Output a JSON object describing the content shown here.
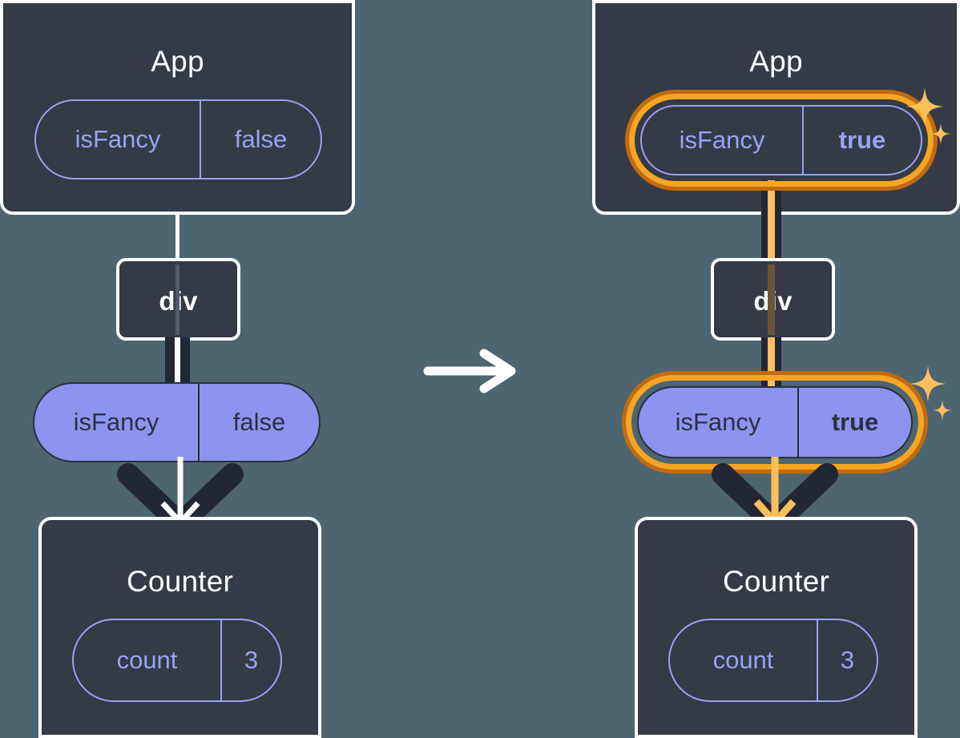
{
  "diagram": {
    "title": "React state propagation: App isFancy toggled",
    "background_color": "#4d6570",
    "box_fill": "#343a46",
    "box_border": "#ffffff",
    "pill_outline_color": "#9aa2f5",
    "pill_solid_fill": "#8b95f0",
    "pill_solid_text": "#2b3040",
    "highlight_color": "#f5a623",
    "highlight_shadow": "#c26a10",
    "connector_dark": "#222736",
    "connector_white": "#ffffff",
    "connector_orange": "#fbbf5c"
  },
  "transition": {
    "icon": "arrow-right-icon",
    "color": "#ffffff"
  },
  "panels": [
    {
      "id": "before",
      "app": {
        "title": "App",
        "state": {
          "name": "isFancy",
          "value": "false",
          "highlighted": false,
          "value_bold": false
        }
      },
      "div": {
        "title": "div"
      },
      "prop": {
        "name": "isFancy",
        "value": "false",
        "highlighted": false,
        "value_bold": false
      },
      "counter": {
        "title": "Counter",
        "state": {
          "name": "count",
          "value": "3"
        }
      },
      "arrow_color": "#ffffff",
      "sparkles": false
    },
    {
      "id": "after",
      "app": {
        "title": "App",
        "state": {
          "name": "isFancy",
          "value": "true",
          "highlighted": true,
          "value_bold": true
        }
      },
      "div": {
        "title": "div"
      },
      "prop": {
        "name": "isFancy",
        "value": "true",
        "highlighted": true,
        "value_bold": true
      },
      "counter": {
        "title": "Counter",
        "state": {
          "name": "count",
          "value": "3"
        }
      },
      "arrow_color": "#fbbf5c",
      "sparkles": true
    }
  ]
}
